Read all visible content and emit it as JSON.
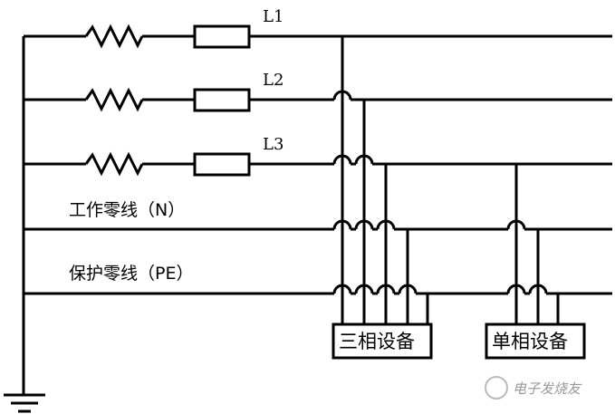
{
  "labels": {
    "l1": "L1",
    "l2": "L2",
    "l3": "L3",
    "neutral": "工作零线（N）",
    "protective_earth": "保护零线（PE）"
  },
  "equipment": {
    "three_phase": "三相设备",
    "single_phase": "单相设备"
  },
  "watermark": "电子发烧友",
  "icons": {
    "ground": "ground-symbol-icon",
    "resistor": "resistor-icon",
    "fuse": "fuse-icon"
  }
}
